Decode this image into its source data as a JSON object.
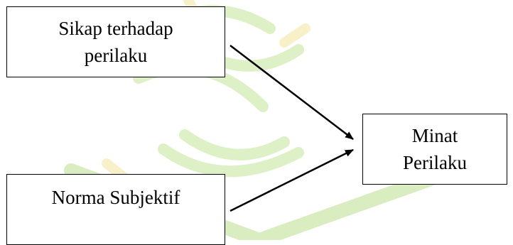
{
  "diagram": {
    "nodes": {
      "sikap": {
        "line1": "Sikap terhadap",
        "line2": "perilaku"
      },
      "minat": {
        "line1": "Minat",
        "line2": "Perilaku"
      },
      "norma": {
        "label": "Norma Subjektif"
      }
    },
    "edges": [
      {
        "from": "sikap",
        "to": "minat"
      },
      {
        "from": "norma",
        "to": "minat"
      }
    ]
  },
  "colors": {
    "line": "#000000",
    "watermark": "#c8e6a0",
    "watermark_accent": "#f3e59a"
  }
}
